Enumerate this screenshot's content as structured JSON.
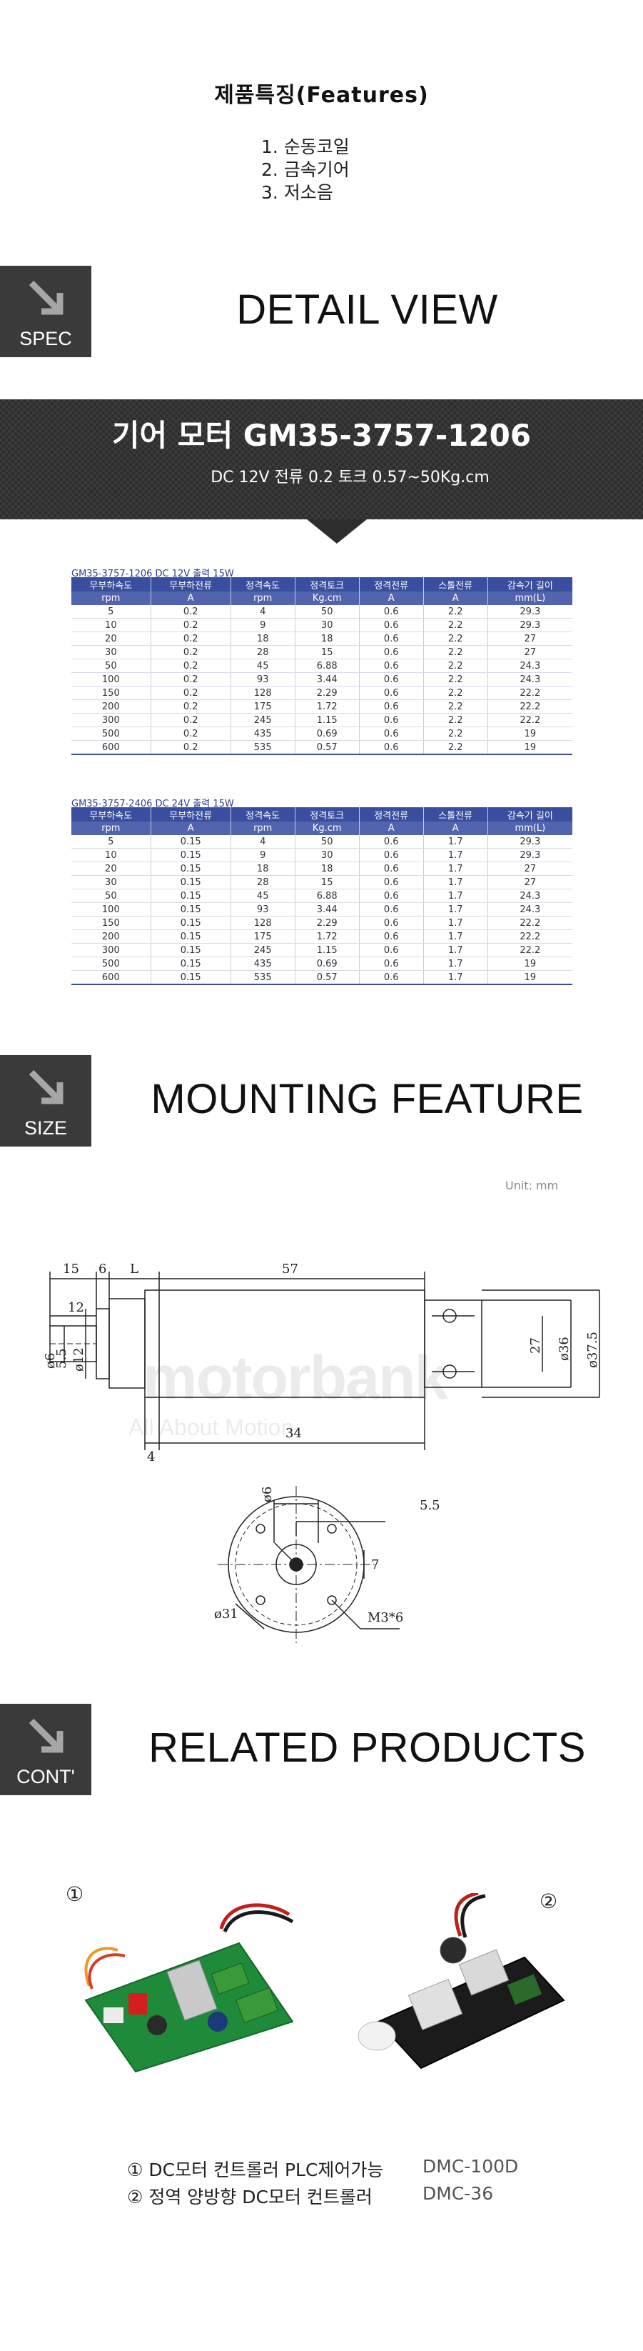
{
  "features": {
    "title": "제품특징(Features)",
    "items": [
      "1. 순동코일",
      "2. 금속기어",
      "3. 저소음"
    ]
  },
  "sections": {
    "spec": {
      "badge": "SPEC",
      "title": "DETAIL VIEW"
    },
    "size": {
      "badge": "SIZE",
      "title": "MOUNTING FEATURE"
    },
    "cont": {
      "badge": "CONT'",
      "title": "RELATED PRODUCTS"
    }
  },
  "banner": {
    "title": "기어 모터 GM35-3757-1206",
    "subtitle": "DC 12V 전류 0.2  토크 0.57~50Kg.cm"
  },
  "tables": [
    {
      "caption": "GM35-3757-1206   DC 12V  출력 15W",
      "headers": [
        "무부하속도",
        "무부하전류",
        "정격속도",
        "정격토크",
        "정격전류",
        "스톨전류",
        "감속기 길이"
      ],
      "units": [
        "rpm",
        "A",
        "rpm",
        "Kg.cm",
        "A",
        "A",
        "mm(L)"
      ],
      "rows": [
        [
          "5",
          "0.2",
          "4",
          "50",
          "0.6",
          "2.2",
          "29.3"
        ],
        [
          "10",
          "0.2",
          "9",
          "30",
          "0.6",
          "2.2",
          "29.3"
        ],
        [
          "20",
          "0.2",
          "18",
          "18",
          "0.6",
          "2.2",
          "27"
        ],
        [
          "30",
          "0.2",
          "28",
          "15",
          "0.6",
          "2.2",
          "27"
        ],
        [
          "50",
          "0.2",
          "45",
          "6.88",
          "0.6",
          "2.2",
          "24.3"
        ],
        [
          "100",
          "0.2",
          "93",
          "3.44",
          "0.6",
          "2.2",
          "24.3"
        ],
        [
          "150",
          "0.2",
          "128",
          "2.29",
          "0.6",
          "2.2",
          "22.2"
        ],
        [
          "200",
          "0.2",
          "175",
          "1.72",
          "0.6",
          "2.2",
          "22.2"
        ],
        [
          "300",
          "0.2",
          "245",
          "1.15",
          "0.6",
          "2.2",
          "22.2"
        ],
        [
          "500",
          "0.2",
          "435",
          "0.69",
          "0.6",
          "2.2",
          "19"
        ],
        [
          "600",
          "0.2",
          "535",
          "0.57",
          "0.6",
          "2.2",
          "19"
        ]
      ]
    },
    {
      "caption": "GM35-3757-2406   DC 24V  출력 15W",
      "headers": [
        "무부하속도",
        "무부하전류",
        "정격속도",
        "정격토크",
        "정격전류",
        "스톨전류",
        "감속기 길이"
      ],
      "units": [
        "rpm",
        "A",
        "rpm",
        "Kg.cm",
        "A",
        "A",
        "mm(L)"
      ],
      "rows": [
        [
          "5",
          "0.15",
          "4",
          "50",
          "0.6",
          "1.7",
          "29.3"
        ],
        [
          "10",
          "0.15",
          "9",
          "30",
          "0.6",
          "1.7",
          "29.3"
        ],
        [
          "20",
          "0.15",
          "18",
          "18",
          "0.6",
          "1.7",
          "27"
        ],
        [
          "30",
          "0.15",
          "28",
          "15",
          "0.6",
          "1.7",
          "27"
        ],
        [
          "50",
          "0.15",
          "45",
          "6.88",
          "0.6",
          "1.7",
          "24.3"
        ],
        [
          "100",
          "0.15",
          "93",
          "3.44",
          "0.6",
          "1.7",
          "24.3"
        ],
        [
          "150",
          "0.15",
          "128",
          "2.29",
          "0.6",
          "1.7",
          "22.2"
        ],
        [
          "200",
          "0.15",
          "175",
          "1.72",
          "0.6",
          "1.7",
          "22.2"
        ],
        [
          "300",
          "0.15",
          "245",
          "1.15",
          "0.6",
          "1.7",
          "22.2"
        ],
        [
          "500",
          "0.15",
          "435",
          "0.69",
          "0.6",
          "1.7",
          "19"
        ],
        [
          "600",
          "0.15",
          "535",
          "0.57",
          "0.6",
          "1.7",
          "19"
        ]
      ]
    }
  ],
  "mounting": {
    "unit_note": "Unit: mm",
    "watermark": "motorbank",
    "watermark_sub": "All About Motion",
    "dims": {
      "d15": "15",
      "d6": "6",
      "dL": "L",
      "d57": "57",
      "d12": "12",
      "d_phi12": "ø12",
      "d_phi6": "ø6",
      "d55": "5.5",
      "d27": "27",
      "d_phi36": "ø36",
      "d_phi375": "ø37.5",
      "d4": "4",
      "d34": "34",
      "e55": "5.5",
      "e_phi6": "ø6",
      "e7": "7",
      "e_phi31": "ø31",
      "e_m3": "M3*6"
    }
  },
  "related": {
    "p1_number": "①",
    "p2_number": "②",
    "caption1": "① DC모터 컨트롤러 PLC제어가능",
    "model1": "DMC-100D",
    "caption2": "② 정역 양방향 DC모터 컨트롤러",
    "model2": "DMC-36"
  }
}
